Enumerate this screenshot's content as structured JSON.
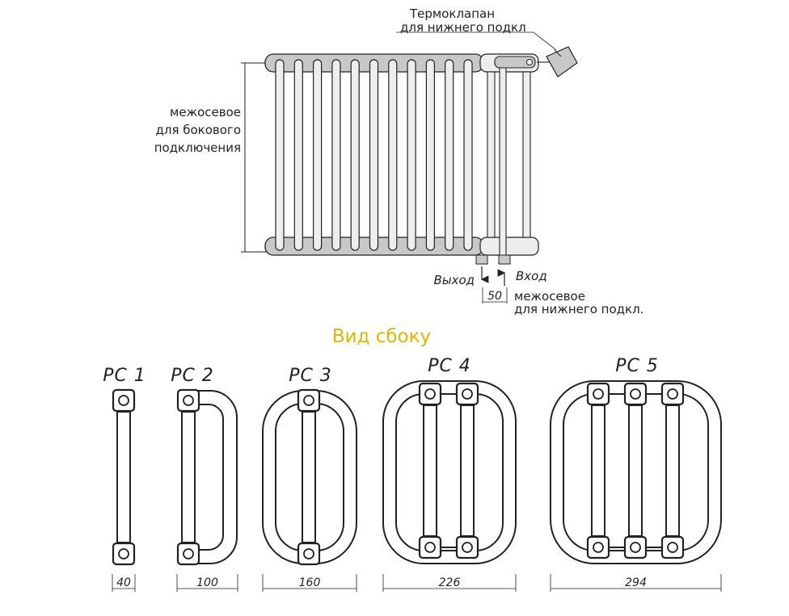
{
  "front_view": {
    "thermovalve_label_line1": "Термоклапан",
    "thermovalve_label_line2": "для нижнего подкл",
    "side_axis_label_line1": "межосевое",
    "side_axis_label_line2": "для бокового",
    "side_axis_label_line3": "подключения",
    "outlet_label": "Выход",
    "inlet_label": "Вход",
    "bottom_axis_value": "50",
    "bottom_axis_label_line1": "межосевое",
    "bottom_axis_label_line2": "для нижнего подкл."
  },
  "side_view": {
    "title": "Вид сбоку",
    "title_color": "#e3b400",
    "models": [
      {
        "name": "PC 1",
        "width": "40"
      },
      {
        "name": "PC 2",
        "width": "100"
      },
      {
        "name": "PC 3",
        "width": "160"
      },
      {
        "name": "PC 4",
        "width": "226"
      },
      {
        "name": "PC 5",
        "width": "294"
      }
    ]
  },
  "colors": {
    "line": "#222222",
    "header_fill": "#c8c8c8",
    "tube_fill": "#eeeeee"
  }
}
